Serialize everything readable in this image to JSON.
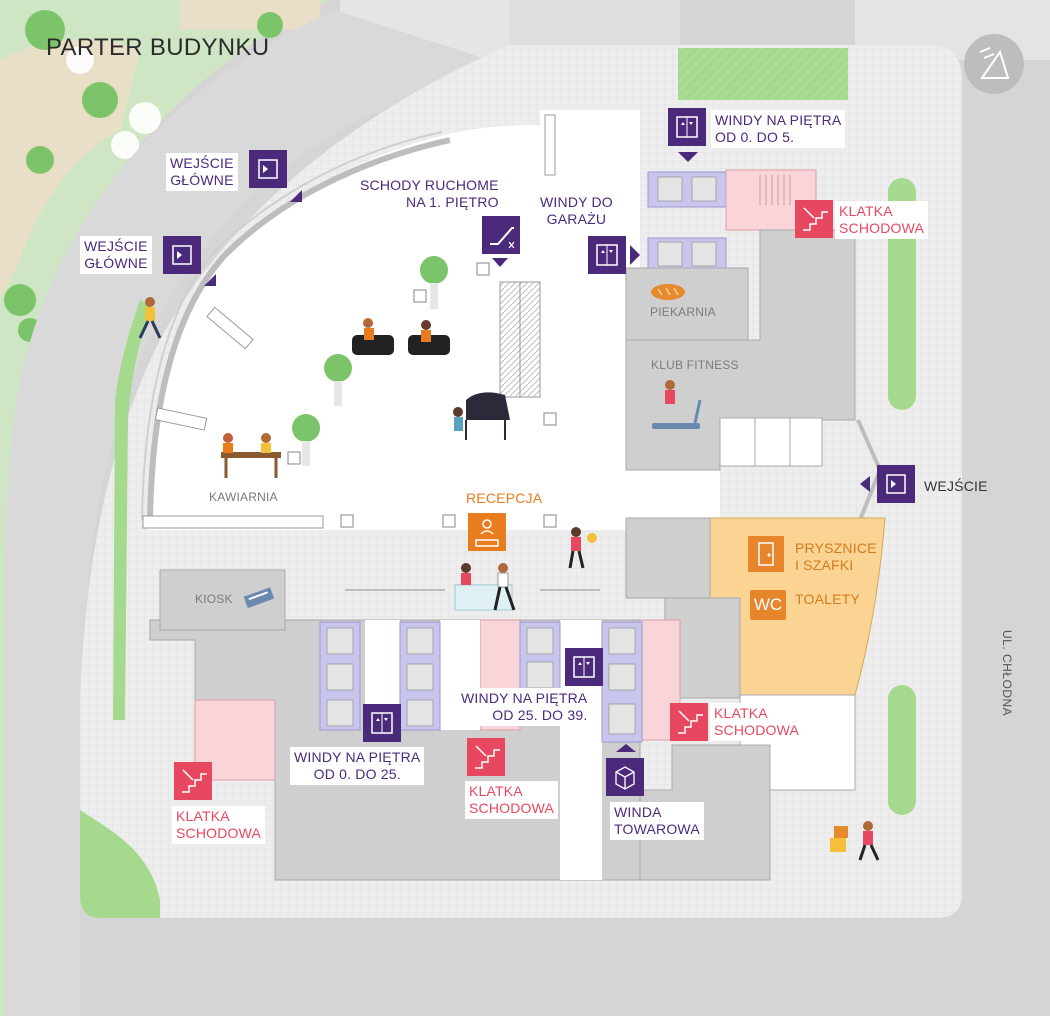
{
  "title": "PARTER BUDYNKU",
  "street": "UL. CHŁODNA",
  "labels": {
    "wejscie_glowne_1_l1": "WEJŚCIE",
    "wejscie_glowne_1_l2": "GŁÓWNE",
    "wejscie_glowne_2_l1": "WEJŚCIE",
    "wejscie_glowne_2_l2": "GŁÓWNE",
    "schody_l1": "SCHODY RUCHOME",
    "schody_l2": "NA 1. PIĘTRO",
    "windy_garaz_l1": "WINDY DO",
    "windy_garaz_l2": "GARAŻU",
    "windy_0_5_l1": "WINDY NA PIĘTRA",
    "windy_0_5_l2": "OD 0. DO 5.",
    "klatka_ne_l1": "KLATKA",
    "klatka_ne_l2": "SCHODOWA",
    "piekarnia": "PIEKARNIA",
    "klub_fitness": "KLUB FITNESS",
    "wejscie_e": "WEJŚCIE",
    "recepcja": "RECEPCJA",
    "kawiarnia": "KAWIARNIA",
    "kiosk": "KIOSK",
    "prysznice_l1": "PRYSZNICE",
    "prysznice_l2": "I SZAFKI",
    "wc": "WC",
    "toalety": "TOALETY",
    "windy_25_39_l1": "WINDY NA PIĘTRA",
    "windy_25_39_l2": "OD 25. DO 39.",
    "klatka_e_l1": "KLATKA",
    "klatka_e_l2": "SCHODOWA",
    "windy_0_25_l1": "WINDY NA PIĘTRA",
    "windy_0_25_l2": "OD 0. DO 25.",
    "klatka_mid_l1": "KLATKA",
    "klatka_mid_l2": "SCHODOWA",
    "winda_towarowa_l1": "WINDA",
    "winda_towarowa_l2": "TOWAROWA",
    "klatka_sw_l1": "KLATKA",
    "klatka_sw_l2": "SCHODOWA"
  },
  "colors": {
    "purple": "#4b2a7c",
    "red": "#e8485f",
    "orange": "#e97d1e",
    "amber_zone": "#fbd393",
    "elevator": "#c9c6ee",
    "stair_zone": "#f9d4d8",
    "grass": "#9fd68a",
    "room": "#cfcfcf"
  },
  "icons": [
    "entrance-icon",
    "escalator-icon",
    "elevator-icon",
    "stairs-icon",
    "reception-icon",
    "door-icon",
    "freight-elevator-icon",
    "compass-icon",
    "bread-icon"
  ]
}
